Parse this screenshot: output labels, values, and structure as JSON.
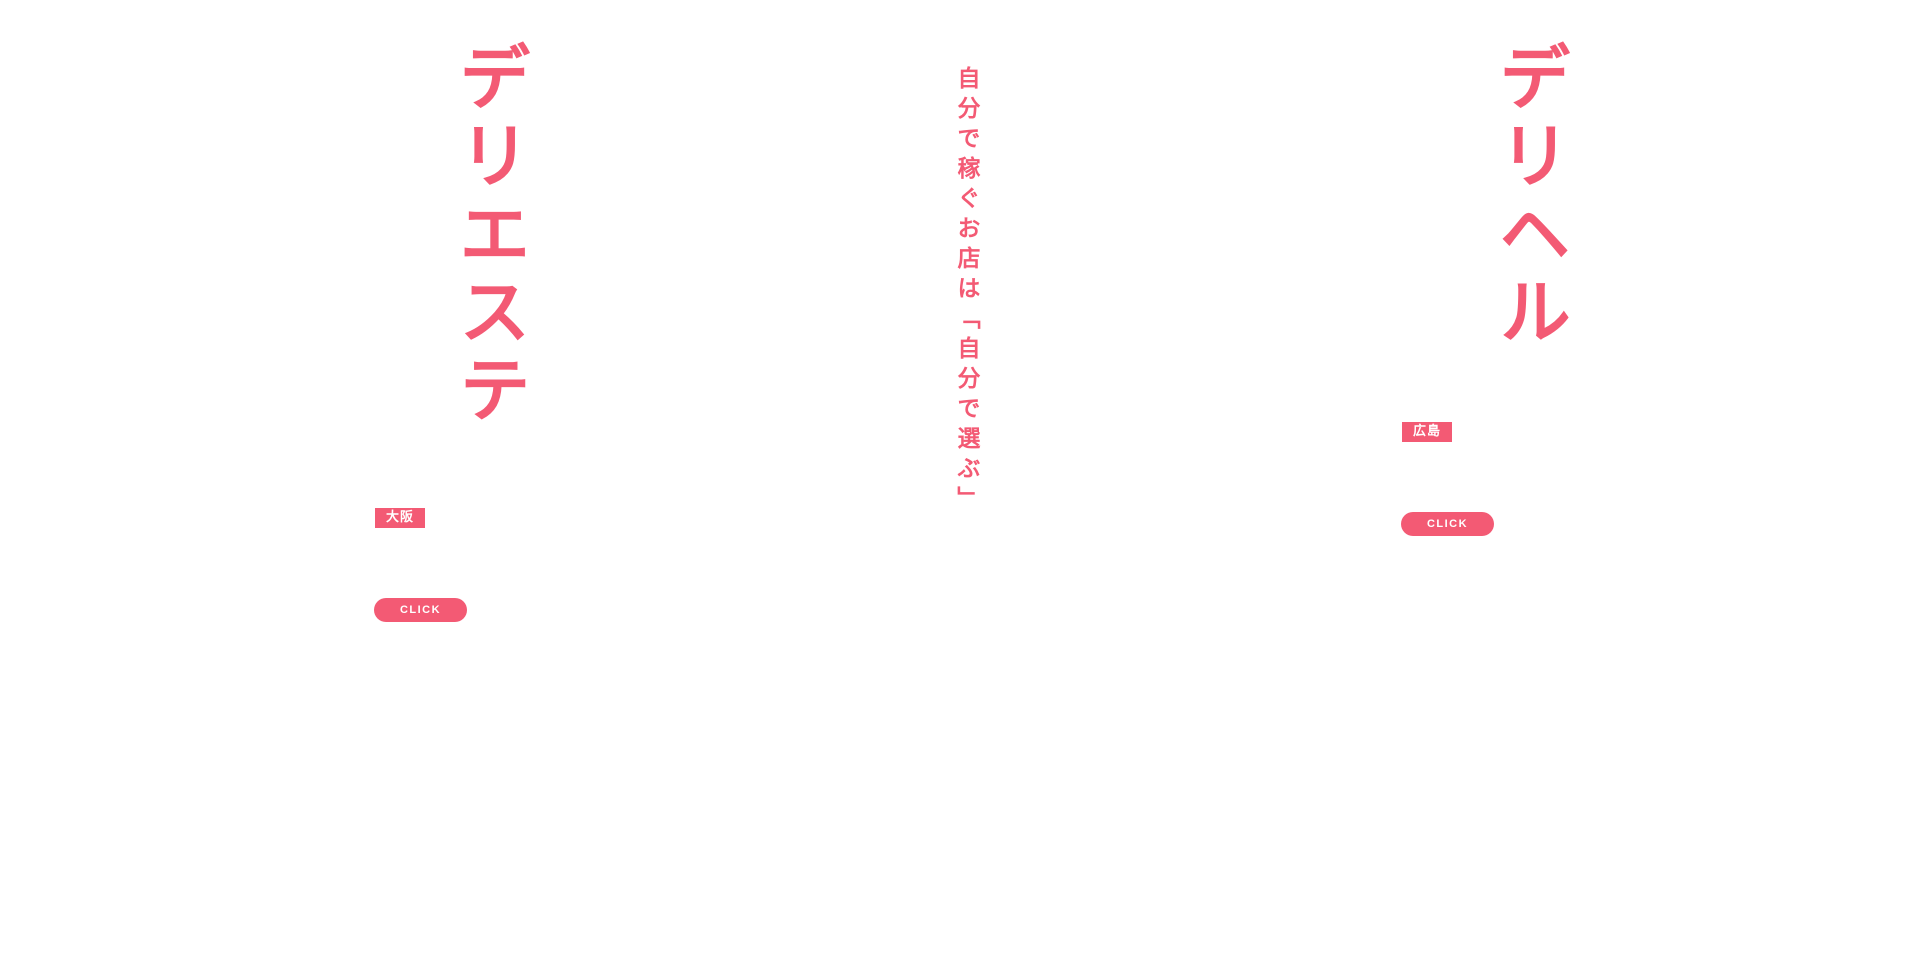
{
  "left_panel": {
    "title": "デリエステ",
    "region_badge": "大阪",
    "button_label": "CLICK"
  },
  "center": {
    "tagline": "自分で稼ぐお店は「自分で選ぶ」"
  },
  "right_panel": {
    "title": "デリヘル",
    "region_badge": "広島",
    "button_label": "CLICK"
  },
  "colors": {
    "accent": "#f35a74",
    "background": "#ffffff",
    "button_text": "#ffffff"
  }
}
